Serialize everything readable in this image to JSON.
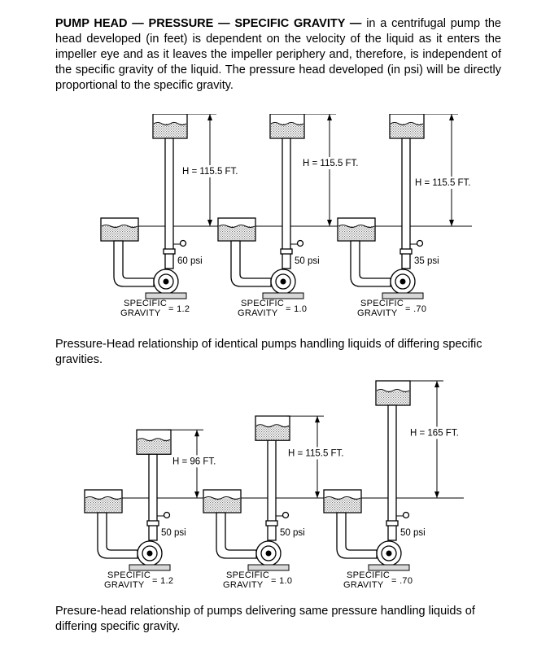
{
  "intro": {
    "heading": "PUMP HEAD — PRESSURE — SPECIFIC GRAVITY —",
    "body": "in a centrifugal pump the head developed (in feet) is dependent on the velocity of the liquid as it enters the impeller eye and as it leaves the impeller periphery and, therefore, is independent of the specific gravity of the liquid. The pressure head developed (in psi) will be directly proportional to the specific gravity."
  },
  "sg_label_line1": "SPECIFIC",
  "sg_label_line2": "GRAVITY",
  "figure1": {
    "caption": "Pressure-Head relationship of identical pumps handling liquids of differing specific gravities.",
    "pumps": [
      {
        "head_label": "H = 115.5 FT.",
        "psi_label": "60 psi",
        "sg_value": "= 1.2",
        "head_ft": 115.5,
        "psi": 60,
        "sg": 1.2
      },
      {
        "head_label": "H = 115.5 FT.",
        "psi_label": "50 psi",
        "sg_value": "= 1.0",
        "head_ft": 115.5,
        "psi": 50,
        "sg": 1.0
      },
      {
        "head_label": "H = 115.5 FT.",
        "psi_label": "35 psi",
        "sg_value": "= .70",
        "head_ft": 115.5,
        "psi": 35,
        "sg": 0.7
      }
    ]
  },
  "figure2": {
    "caption": "Presure-head relationship of pumps delivering same pressure handling liquids of differing specific gravity.",
    "pumps": [
      {
        "head_label": "H = 96 FT.",
        "psi_label": "50 psi",
        "sg_value": "= 1.2",
        "head_ft": 96,
        "psi": 50,
        "sg": 1.2
      },
      {
        "head_label": "H = 115.5 FT.",
        "psi_label": "50 psi",
        "sg_value": "= 1.0",
        "head_ft": 115.5,
        "psi": 50,
        "sg": 1.0
      },
      {
        "head_label": "H = 165 FT.",
        "psi_label": "50 psi",
        "sg_value": "= .70",
        "head_ft": 165,
        "psi": 50,
        "sg": 0.7
      }
    ]
  }
}
